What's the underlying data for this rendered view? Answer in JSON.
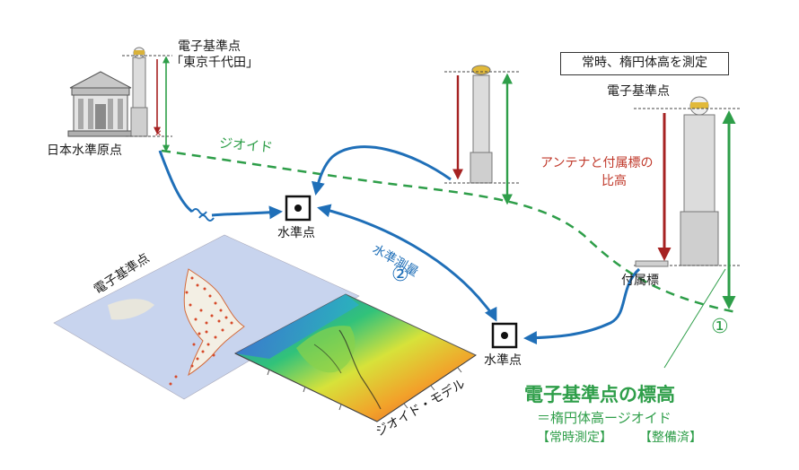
{
  "colors": {
    "geoid_line": "#2e9e49",
    "survey_arrow": "#1f6fb8",
    "antenna_height_arrow": "#a62222",
    "ellipsoidal_height_arrow": "#2e9e49",
    "pillar": "#d8d8d8"
  },
  "labels": {
    "gnss_station_name_line1": "電子基準点",
    "gnss_station_name_line2": "「東京千代田」",
    "datum_origin": "日本水準原点",
    "geoid": "ジオイド",
    "benchmark_1": "水準点",
    "benchmark_2": "水準点",
    "leveling": "水準測量",
    "step_2": "②",
    "step_1": "①",
    "note_box": "常時、楕円体高を測定",
    "gnss_station_right": "電子基準点",
    "antenna_height_line1": "アンテナと付属標の",
    "antenna_height_line2": "比高",
    "attached_marker": "付属標",
    "map_gnss_label": "電子基準点",
    "geoid_model_label": "ジオイド・モデル",
    "formula_title": "電子基準点の標高",
    "formula": "＝楕円体高ージオイド",
    "tag_continuous": "【常時測定】",
    "tag_developed": "【整備済】"
  },
  "icons": {
    "benchmark": "square-dot-icon",
    "antenna": "gnss-antenna-icon",
    "building": "datum-origin-building-icon",
    "break": "wavy-break-icon"
  }
}
